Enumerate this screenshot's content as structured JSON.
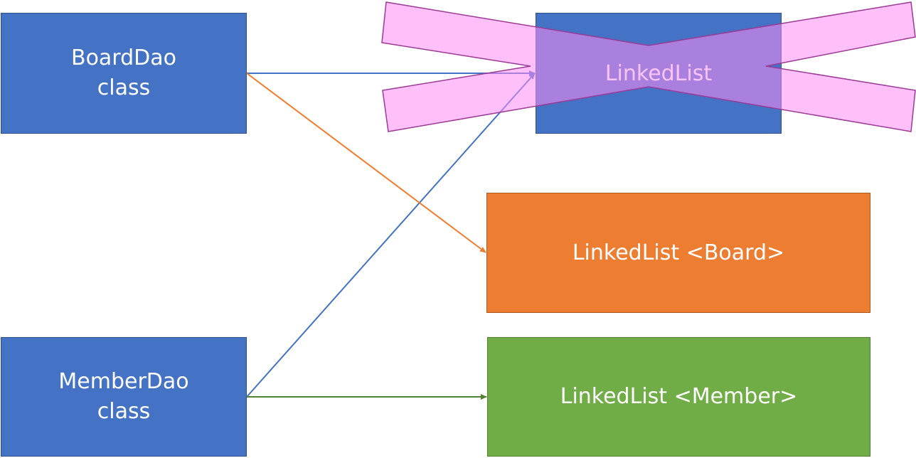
{
  "nodes": {
    "board_dao": {
      "label": "BoardDao\nclass"
    },
    "member_dao": {
      "label": "MemberDao\nclass"
    },
    "linked_list": {
      "label": "LinkedList"
    },
    "linked_list_board": {
      "label": "LinkedList <Board>"
    },
    "linked_list_member": {
      "label": "LinkedList <Member>"
    }
  },
  "colors": {
    "blue": "#4472c4",
    "orange": "#ed7d31",
    "green": "#70ad47",
    "cross_pink": "#ff8cf5"
  },
  "edges": [
    {
      "from": "BoardDao class",
      "to": "LinkedList",
      "color": "#4472c4"
    },
    {
      "from": "MemberDao class",
      "to": "LinkedList",
      "color": "#4472c4"
    },
    {
      "from": "BoardDao class",
      "to": "LinkedList <Board>",
      "color": "#ed7d31"
    },
    {
      "from": "MemberDao class",
      "to": "LinkedList <Member>",
      "color": "#548235"
    }
  ],
  "crossed_out": "LinkedList"
}
